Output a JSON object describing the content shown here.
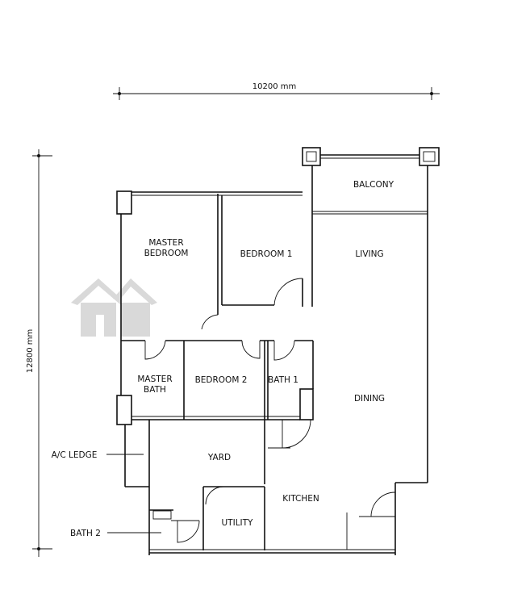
{
  "dimensions": {
    "width": "10200 mm",
    "height": "12800 mm"
  },
  "rooms": {
    "balcony": "BALCONY",
    "master_bedroom": [
      "MASTER",
      "BEDROOM"
    ],
    "bedroom_1": "BEDROOM 1",
    "living": "LIVING",
    "master_bath": [
      "MASTER",
      "BATH"
    ],
    "bedroom_2": "BEDROOM 2",
    "bath_1": "BATH 1",
    "dining": "DINING",
    "yard": "YARD",
    "kitchen": "KITCHEN",
    "utility": "UTILITY"
  },
  "callouts": {
    "ac_ledge": "A/C LEDGE",
    "bath_2": "BATH 2"
  },
  "colors": {
    "line": "#111111",
    "watermark": "#d9d9d9"
  }
}
